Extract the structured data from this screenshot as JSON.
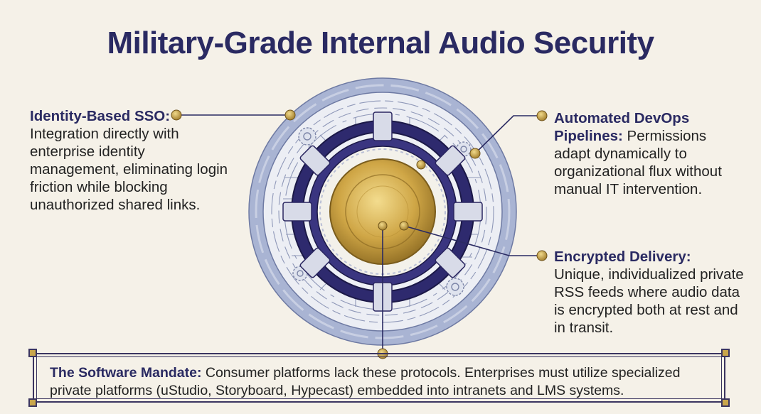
{
  "title": "Military-Grade Internal Audio Security",
  "callouts": {
    "sso": {
      "lead": "Identity-Based SSO:",
      "body": "Integration directly with enterprise identity management, eliminating login friction while blocking unauthorized shared links."
    },
    "devops": {
      "lead": "Automated DevOps Pipelines:",
      "body": "Permissions adapt dynamically to organizational flux without manual IT intervention."
    },
    "encrypted": {
      "lead": "Encrypted Delivery:",
      "body": "Unique, individualized private RSS feeds where audio data is encrypted both at rest and in transit."
    }
  },
  "mandate": {
    "lead": "The Software Mandate:",
    "body": "Consumer platforms lack these protocols. Enterprises must utilize specialized private platforms  (uStudio, Storyboard, Hypecast) embedded into intranets and LMS systems."
  },
  "colors": {
    "navy": "#2a2a62",
    "gold": "#c9a64b",
    "ring_blue": "#9aa7c9",
    "background": "#f5f1e8"
  }
}
